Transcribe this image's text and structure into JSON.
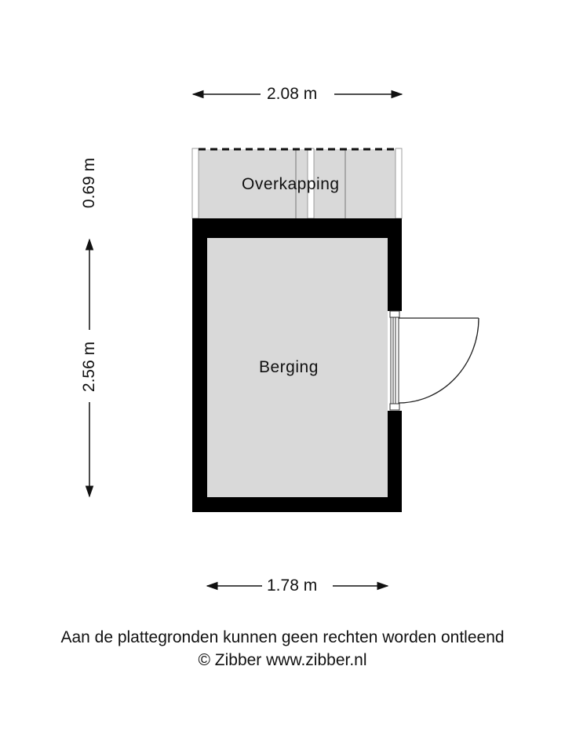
{
  "floorplan": {
    "rooms": [
      {
        "name": "Overkapping"
      },
      {
        "name": "Berging"
      }
    ],
    "dimensions": {
      "top_width": "2.08 m",
      "bottom_width": "1.78 m",
      "left_upper_height": "0.69 m",
      "left_lower_height": "2.56 m"
    },
    "colors": {
      "wall": "#000000",
      "floor": "#d9d9d9",
      "background": "#ffffff",
      "line": "#111111"
    }
  },
  "footer": {
    "disclaimer": "Aan de plattegronden kunnen geen rechten worden ontleend",
    "copyright": "© Zibber www.zibber.nl"
  }
}
